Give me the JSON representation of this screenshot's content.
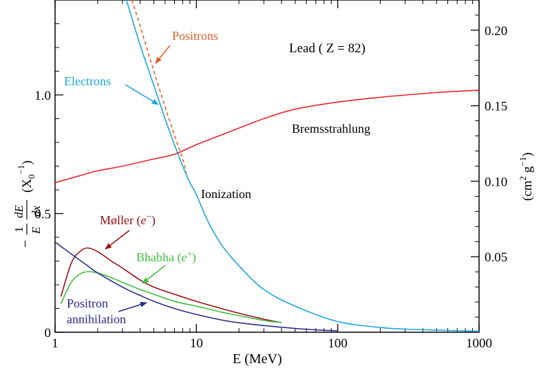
{
  "chart_data": {
    "type": "line",
    "title": "Lead ( Z = 82)",
    "xlabel": "E  (MeV)",
    "ylabel_left_text": "(X",
    "ylabel_left_sub": "0",
    "ylabel_left_sup": "−1",
    "ylabel_right_text": "(cm",
    "ylabel_right_sup1": "2",
    "ylabel_right_mid": " g",
    "ylabel_right_sup2": "−1",
    "ylabel_right_close": ")",
    "x_scale": "log",
    "xlim": [
      1,
      1000
    ],
    "ylim_left": [
      0,
      1.4
    ],
    "ylim_right_cm2_per_g": [
      0,
      0.22
    ],
    "x_ticks": [
      1,
      10,
      100,
      1000
    ],
    "y_left_ticks": [
      "0",
      "0.5",
      "1.0"
    ],
    "y_right_ticks": [
      "0.05",
      "0.10",
      "0.15",
      "0.20"
    ],
    "grid": false,
    "colors": {
      "electrons": "#1aa6db",
      "positrons": "#e0602a",
      "bremsstrahlung": "#e8222c",
      "moller": "#9b0d15",
      "bhabha": "#3fbf3f",
      "annihilation": "#2a2a8c"
    },
    "series": [
      {
        "name": "Electrons",
        "x": [
          3.2,
          4,
          5,
          6,
          7,
          8,
          9,
          10,
          12,
          15,
          20,
          30,
          50,
          100,
          200,
          300,
          500,
          1000
        ],
        "y": [
          1.4,
          1.21,
          1.04,
          0.9,
          0.79,
          0.7,
          0.63,
          0.58,
          0.47,
          0.37,
          0.28,
          0.18,
          0.11,
          0.045,
          0.02,
          0.013,
          0.009,
          0.004
        ]
      },
      {
        "name": "Positrons",
        "x": [
          3.5,
          4,
          5,
          6,
          7,
          8,
          8.5
        ],
        "y": [
          1.4,
          1.29,
          1.1,
          0.95,
          0.83,
          0.73,
          0.67
        ]
      },
      {
        "name": "Bremsstrahlung",
        "x": [
          1,
          1.5,
          2,
          3,
          5,
          7,
          10,
          20,
          30,
          50,
          100,
          200,
          500,
          1000
        ],
        "y": [
          0.63,
          0.66,
          0.68,
          0.7,
          0.73,
          0.75,
          0.79,
          0.86,
          0.9,
          0.94,
          0.97,
          0.99,
          1.01,
          1.02
        ]
      },
      {
        "name": "Møller (e−)",
        "x": [
          1.1,
          1.3,
          1.5,
          1.7,
          2,
          2.5,
          3,
          4,
          5,
          7,
          10,
          15,
          20,
          30,
          40
        ],
        "y": [
          0.15,
          0.29,
          0.34,
          0.355,
          0.34,
          0.3,
          0.27,
          0.22,
          0.19,
          0.16,
          0.13,
          0.1,
          0.08,
          0.055,
          0.04
        ]
      },
      {
        "name": "Bhabha (e+)",
        "x": [
          1.1,
          1.3,
          1.5,
          1.7,
          2,
          2.5,
          3,
          4,
          5,
          7,
          10,
          15,
          20,
          30,
          40
        ],
        "y": [
          0.12,
          0.21,
          0.245,
          0.255,
          0.25,
          0.23,
          0.21,
          0.18,
          0.16,
          0.13,
          0.11,
          0.085,
          0.07,
          0.05,
          0.04
        ]
      },
      {
        "name": "Positron annihilation",
        "x": [
          1,
          1.3,
          1.7,
          2,
          3,
          4,
          5,
          7,
          10,
          15,
          20,
          30,
          50,
          70,
          100
        ],
        "y": [
          0.38,
          0.33,
          0.28,
          0.25,
          0.19,
          0.155,
          0.13,
          0.1,
          0.075,
          0.052,
          0.04,
          0.028,
          0.016,
          0.01,
          0.006
        ]
      }
    ],
    "annotations": {
      "positrons": "Positrons",
      "electrons": "Electrons",
      "bremsstrahlung": "Bremsstrahlung",
      "ionization": "Ionization",
      "moller_prefix": "Møller (",
      "moller_var": "e",
      "moller_sup": "−",
      "moller_suffix": ")",
      "bhabha_prefix": "Bhabha (",
      "bhabha_var": "e",
      "bhabha_sup": "+",
      "bhabha_suffix": ")",
      "annihilation_line1": "Positron",
      "annihilation_line2": "annihilation"
    },
    "ylabel_math": {
      "minus": "−",
      "one": "1",
      "E": "E",
      "dE": "dE",
      "dx": "dx"
    }
  }
}
